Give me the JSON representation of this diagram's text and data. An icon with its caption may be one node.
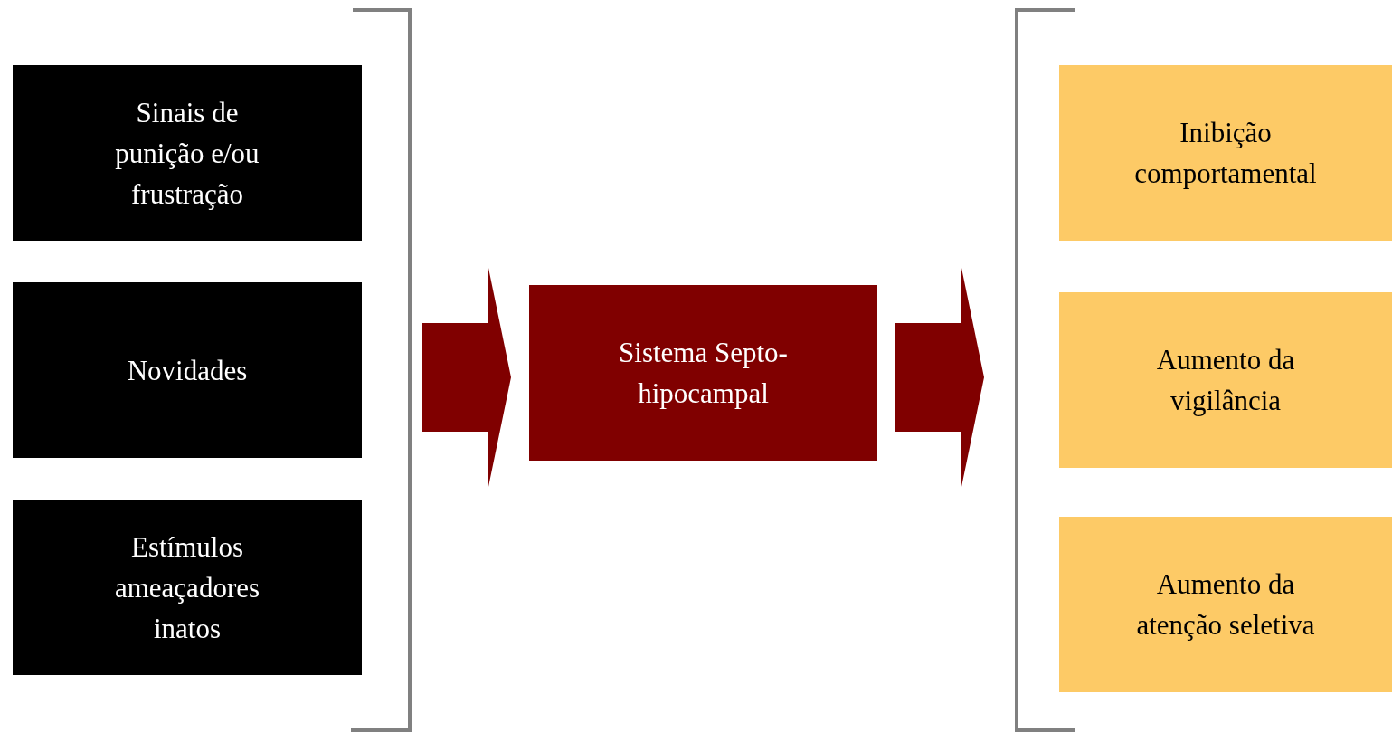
{
  "diagram": {
    "nodes": [
      {
        "text": [
          "Sinais de punição e/ou frustração"
        ]
      },
      {
        "text": [
          "Novidades"
        ]
      },
      {
        "text": [
          "Estímulos ameaçadores inatos"
        ]
      },
      {
        "text": [
          "Sistema Septo-hipocampal"
        ]
      },
      {
        "text": [
          "Inibição comportamental"
        ]
      },
      {
        "text": [
          "Aumento da vigilância"
        ]
      },
      {
        "text": [
          "Aumento da atenção seletiva"
        ]
      }
    ],
    "edges": [
      {
        "from": 0,
        "to": 3,
        "arrow": "to"
      },
      {
        "from": 1,
        "to": 3,
        "arrow": "to"
      },
      {
        "from": 2,
        "to": 3,
        "arrow": "to"
      },
      {
        "from": 3,
        "to": 4,
        "arrow": "to"
      },
      {
        "from": 3,
        "to": 5,
        "arrow": "to"
      },
      {
        "from": 3,
        "to": 6,
        "arrow": "to"
      }
    ]
  }
}
